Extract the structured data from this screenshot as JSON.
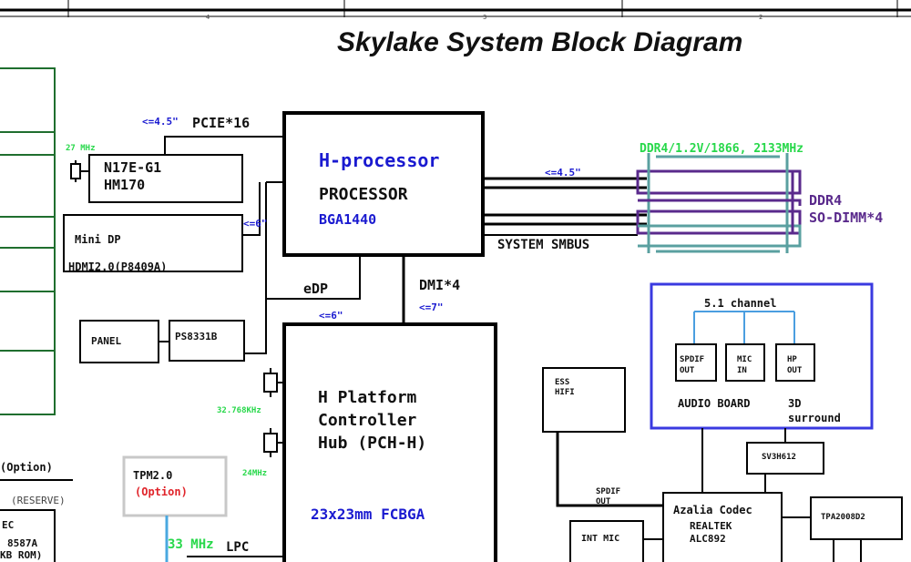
{
  "title": "Skylake System Block Diagram",
  "border_zones": [
    "4",
    "3",
    "2"
  ],
  "processor": {
    "name": "H-processor",
    "type": "PROCESSOR",
    "package": "BGA1440"
  },
  "pch": {
    "line1": "H Platform",
    "line2": "Controller",
    "line3": "Hub (PCH-H)",
    "package": "23x23mm FCBGA"
  },
  "gpu": {
    "line1": "N17E-G1",
    "line2": "HM170",
    "clock": "27 MHz"
  },
  "display": {
    "minidp": "Mini DP",
    "hdmi": "HDMI2.0(P8409A)",
    "panel": "PANEL",
    "ps": "PS8331B"
  },
  "buses": {
    "pcie": "PCIE*16",
    "pcie_len": "<=4.5\"",
    "edp": "eDP",
    "edp_len": "<=6\"",
    "dp_len": "<=6\"",
    "dmi": "DMI*4",
    "dmi_len": "<=7\"",
    "ddr_len": "<=4.5\"",
    "smbus": "SYSTEM SMBUS",
    "lpc": "LPC",
    "lpc_clock": "33 MHz"
  },
  "memory": {
    "spec": "DDR4/1.2V/1866, 2133MHz",
    "label1": "DDR4",
    "label2": "SO-DIMM*4"
  },
  "clocks": {
    "rtc": "32.768KHz",
    "main": "24MHz"
  },
  "audio": {
    "channel": "5.1 channel",
    "spdif_out": [
      "SPDIF",
      "OUT"
    ],
    "mic_in": [
      "MIC",
      "IN"
    ],
    "hp_out": [
      "HP",
      "OUT"
    ],
    "board": "AUDIO BOARD",
    "surround": [
      "3D",
      "surround"
    ],
    "sv": "SV3H612",
    "ess": [
      "ESS",
      "HIFI"
    ],
    "spdif_link": [
      "SPDIF",
      "OUT"
    ],
    "codec": [
      "Azalia Codec",
      "REALTEK",
      "ALC892"
    ],
    "int_mic": "INT MIC",
    "amp": "TPA2008D2"
  },
  "tpm": {
    "name": "TPM2.0",
    "option": "(Option)"
  },
  "left_edge": {
    "option": "(Option)",
    "reserve": "(RESERVE)",
    "ec": [
      "EC",
      "8587A",
      "KB ROM)"
    ]
  }
}
